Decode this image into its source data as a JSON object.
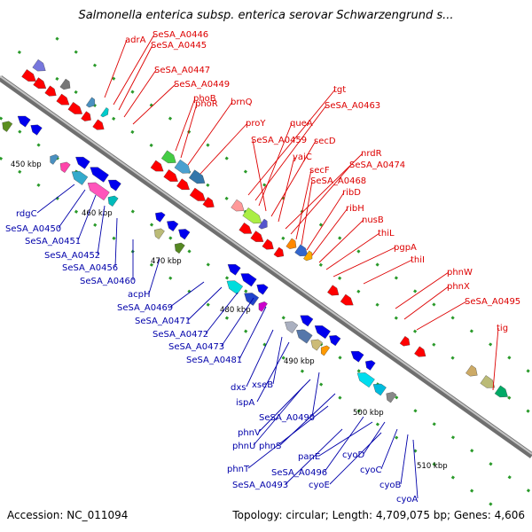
{
  "title": "Salmonella enterica subsp. enterica serovar Schwarzengrund s...",
  "footer": {
    "accession": "Accession: NC_011094",
    "topology": "Topology: circular; Length: 4,709,075 bp; Genes: 4,606"
  },
  "colors": {
    "forward_label": "#dd0000",
    "reverse_label": "#0000aa",
    "backbone": "#999999",
    "forward_arrow": "#ff0000",
    "reverse_arrow": "#0000ee"
  },
  "kbp_ticks": [
    "450 kbp",
    "460 kbp",
    "470 kbp",
    "480 kbp",
    "490 kbp",
    "500 kbp",
    "510 kbp"
  ],
  "forward_labels": [
    "adrA",
    "SeSA_A0446",
    "SeSA_A0445",
    "SeSA_A0447",
    "SeSA_A0449",
    "phoB",
    "phoR",
    "brnQ",
    "proY",
    "tgt",
    "SeSA_A0463",
    "queA",
    "SeSA_A0459",
    "secD",
    "yajC",
    "nrdR",
    "SeSA_A0474",
    "secF",
    "SeSA_A0468",
    "ribD",
    "ribH",
    "nusB",
    "thiL",
    "pgpA",
    "thiI",
    "phnW",
    "phnX",
    "SeSA_A0495",
    "tig"
  ],
  "reverse_labels": [
    "rdgC",
    "SeSA_A0450",
    "SeSA_A0451",
    "SeSA_A0452",
    "SeSA_A0456",
    "SeSA_A0460",
    "acpH",
    "SeSA_A0469",
    "SeSA_A0471",
    "SeSA_A0472",
    "SeSA_A0473",
    "SeSA_A0481",
    "dxs",
    "xseB",
    "ispA",
    "SeSA_A0490",
    "phnV",
    "phnU",
    "phnS",
    "phnT",
    "SeSA_A0496",
    "panE",
    "SeSA_A0493",
    "cyoE",
    "cyoD",
    "cyoC",
    "cyoB",
    "cyoA"
  ]
}
